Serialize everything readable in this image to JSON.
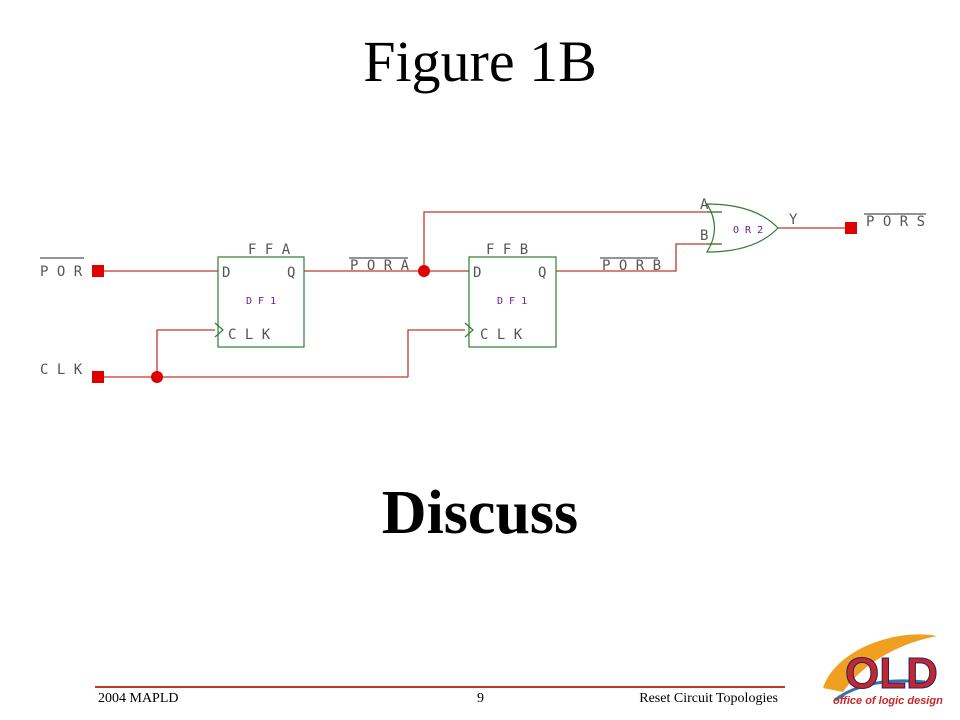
{
  "slide": {
    "title": "Figure 1B",
    "discuss": "Discuss"
  },
  "schematic": {
    "ports": {
      "por": "P O R",
      "clk": "C L K",
      "pors": "P O R S"
    },
    "nets": {
      "pora": "P O R A",
      "porb": "P O R B"
    },
    "ffa": {
      "name": "F F A",
      "d": "D",
      "q": "Q",
      "type": "D F 1",
      "clk": "C L K"
    },
    "ffb": {
      "name": "F F B",
      "d": "D",
      "q": "Q",
      "type": "D F 1",
      "clk": "C L K"
    },
    "or_gate": {
      "type": "O R 2",
      "a": "A",
      "b": "B",
      "y": "Y"
    },
    "colors": {
      "wire": "#c0392b",
      "component": "#2e7d32",
      "port": "#e00000",
      "text": "#555555"
    }
  },
  "footer": {
    "left": "2004 MAPLD",
    "page": "9",
    "right": "Reset Circuit Topologies"
  },
  "logo": {
    "letters": "OLD",
    "tagline": "office of logic design",
    "colors": {
      "swoosh": "#f0a020",
      "blue": "#3a6fb0",
      "text": "#c62828"
    }
  }
}
